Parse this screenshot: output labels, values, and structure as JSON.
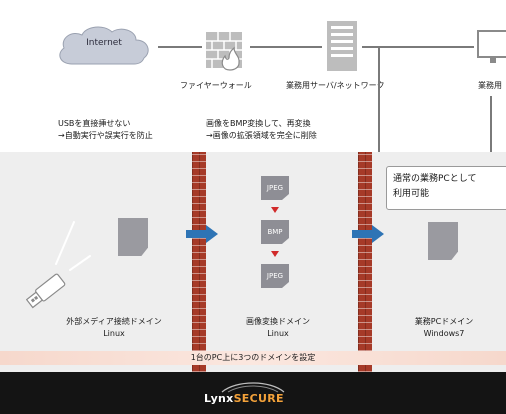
{
  "network": {
    "internet_label": "Internet",
    "firewall_label": "ファイヤーウォール",
    "server_label": "業務用サーバ/ネットワーク",
    "pc_label": "業務用"
  },
  "notes": {
    "usb_line1": "USBを直接挿せない",
    "usb_line2": "→自動実行や誤実行を防止",
    "image_line1": "画像をBMP変換して、再変換",
    "image_line2": "→画像の拡張領域を完全に削除"
  },
  "callout": {
    "line1": "通常の業務PCとして",
    "line2": "利用可能"
  },
  "formats": [
    "JPEG",
    "BMP",
    "JPEG"
  ],
  "domains": [
    {
      "name": "外部メディア接続ドメイン",
      "os": "Linux"
    },
    {
      "name": "画像変換ドメイン",
      "os": "Linux"
    },
    {
      "name": "業務PCドメイン",
      "os": "Windows7"
    }
  ],
  "band_text": "1台のPC上に3つのドメインを設定",
  "brand": {
    "part1": "Lynx",
    "part2": "SECURE"
  },
  "colors": {
    "panel": "#eeeeee",
    "wall": "#a63a28",
    "arrow": "#2e74b5",
    "conversion_arrow": "#d12a2a",
    "brand_accent": "#f4a23a",
    "bottom_bar": "#141414"
  }
}
